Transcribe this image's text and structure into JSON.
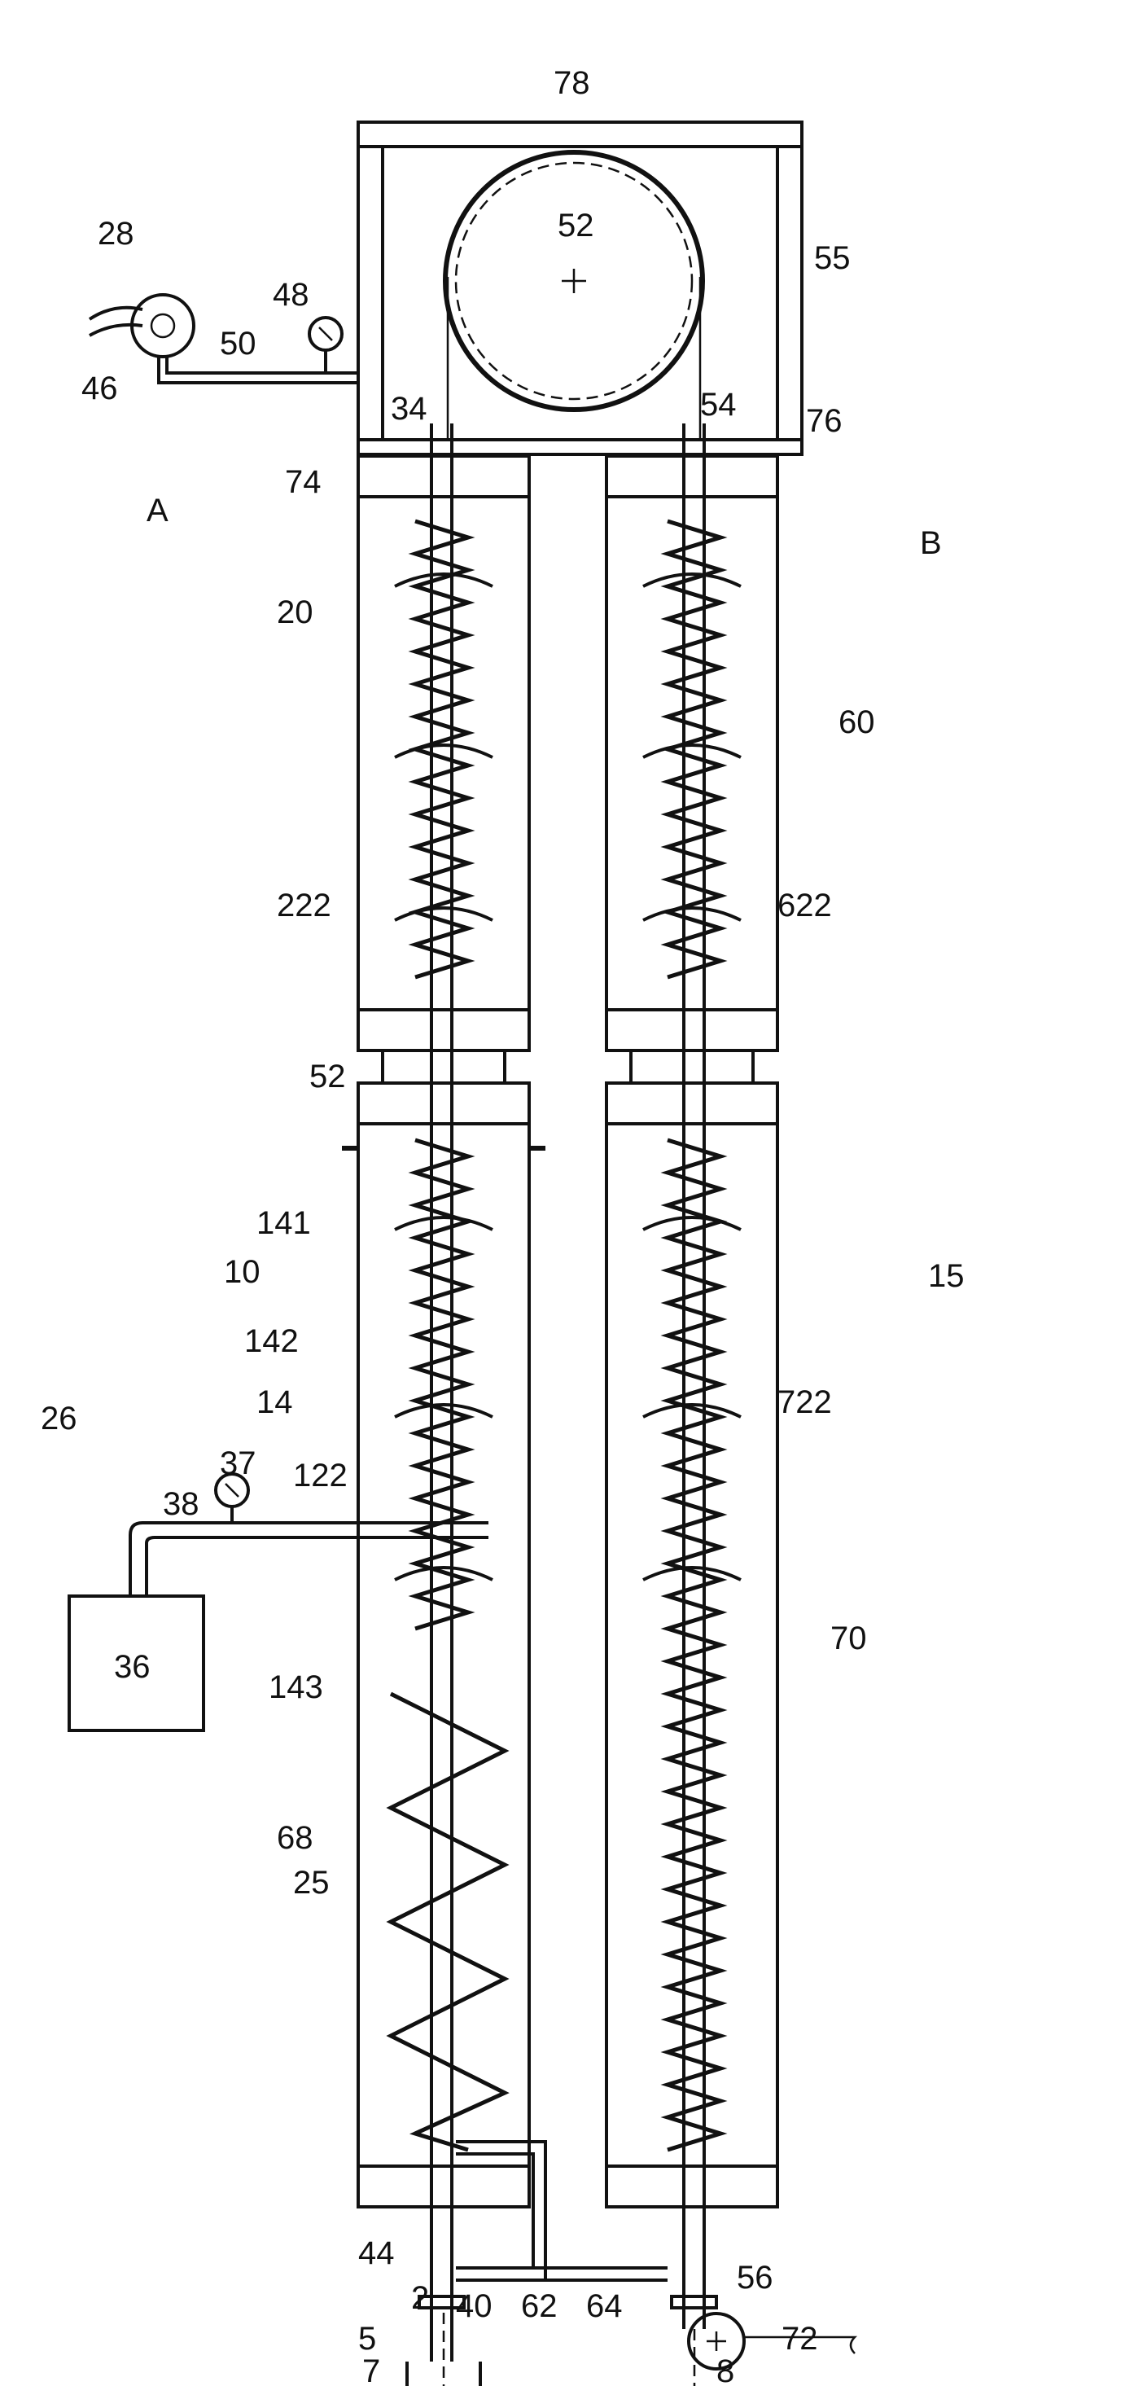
{
  "labels": {
    "l78": "78",
    "l52top": "52",
    "l55": "55",
    "l28": "28",
    "l48": "48",
    "l50": "50",
    "l46": "46",
    "l34": "34",
    "l54": "54",
    "l76": "76",
    "l74": "74",
    "lA": "A",
    "lB": "B",
    "l20": "20",
    "l60": "60",
    "l222": "222",
    "l622": "622",
    "l52mid": "52",
    "l141": "141",
    "l10": "10",
    "l15": "15",
    "l142": "142",
    "l722": "722",
    "l14": "14",
    "l26": "26",
    "l37": "37",
    "l122": "122",
    "l38": "38",
    "l70": "70",
    "l36": "36",
    "l143": "143",
    "l68": "68",
    "l25": "25",
    "l44": "44",
    "l56": "56",
    "l2": "2",
    "l40": "40",
    "l62": "62",
    "l64": "64",
    "l72": "72",
    "l5": "5",
    "l7": "7",
    "l8": "8"
  }
}
